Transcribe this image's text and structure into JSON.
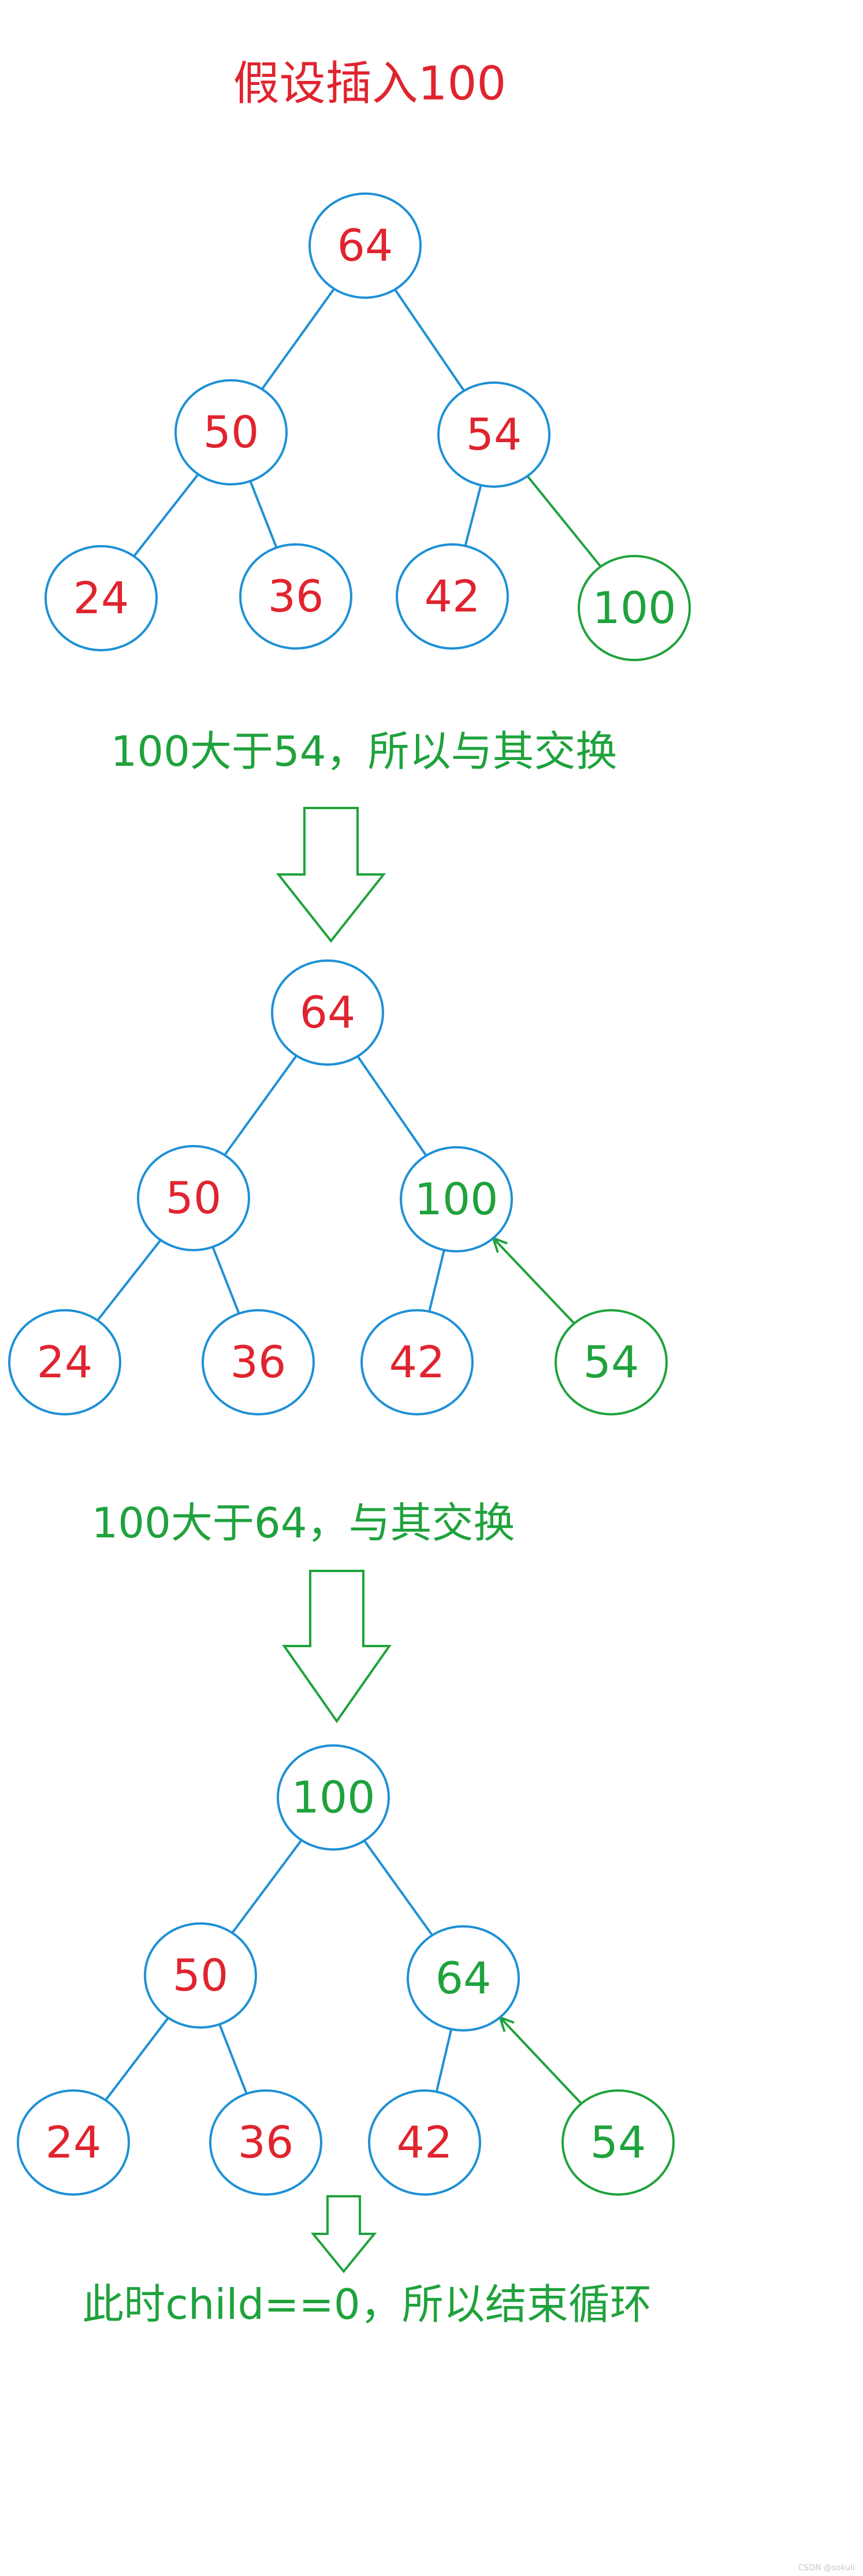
{
  "colors": {
    "red": "#e0242f",
    "green": "#1fa23c",
    "blue": "#1e90d6",
    "watermark": "#c8c8c8"
  },
  "title": "假设插入100",
  "steps": [
    {
      "nodes": [
        {
          "label": "64",
          "color": "red",
          "ring": "blue"
        },
        {
          "label": "50",
          "color": "red",
          "ring": "blue"
        },
        {
          "label": "54",
          "color": "red",
          "ring": "blue"
        },
        {
          "label": "24",
          "color": "red",
          "ring": "blue"
        },
        {
          "label": "36",
          "color": "red",
          "ring": "blue"
        },
        {
          "label": "42",
          "color": "red",
          "ring": "blue"
        },
        {
          "label": "100",
          "color": "green",
          "ring": "green"
        }
      ],
      "caption": "100大于54，所以与其交换"
    },
    {
      "nodes": [
        {
          "label": "64",
          "color": "red",
          "ring": "blue"
        },
        {
          "label": "50",
          "color": "red",
          "ring": "blue"
        },
        {
          "label": "100",
          "color": "green",
          "ring": "blue"
        },
        {
          "label": "24",
          "color": "red",
          "ring": "blue"
        },
        {
          "label": "36",
          "color": "red",
          "ring": "blue"
        },
        {
          "label": "42",
          "color": "red",
          "ring": "blue"
        },
        {
          "label": "54",
          "color": "green",
          "ring": "green"
        }
      ],
      "caption": "100大于64，与其交换"
    },
    {
      "nodes": [
        {
          "label": "100",
          "color": "green",
          "ring": "blue"
        },
        {
          "label": "50",
          "color": "red",
          "ring": "blue"
        },
        {
          "label": "64",
          "color": "green",
          "ring": "blue"
        },
        {
          "label": "24",
          "color": "red",
          "ring": "blue"
        },
        {
          "label": "36",
          "color": "red",
          "ring": "blue"
        },
        {
          "label": "42",
          "color": "red",
          "ring": "blue"
        },
        {
          "label": "54",
          "color": "green",
          "ring": "green"
        }
      ],
      "caption": "此时child==0，所以结束循环"
    }
  ],
  "watermark": "CSDN @sokuli"
}
